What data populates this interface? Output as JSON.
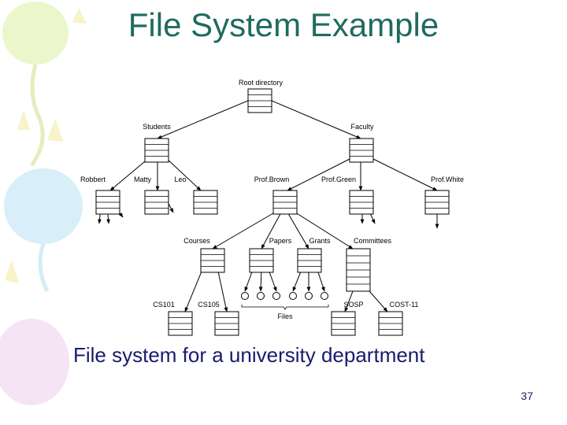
{
  "slide": {
    "title": "File System Example",
    "caption": "File system for a university department",
    "page_number": "37"
  },
  "diagram": {
    "labels": {
      "root": "Root directory",
      "students": "Students",
      "faculty": "Faculty",
      "robbert": "Robbert",
      "matty": "Matty",
      "leo": "Leo",
      "prof_brown": "Prof.Brown",
      "prof_green": "Prof.Green",
      "prof_white": "Prof.White",
      "courses": "Courses",
      "papers": "Papers",
      "grants": "Grants",
      "committees": "Committees",
      "cs101": "CS101",
      "cs105": "CS105",
      "sosp": "SOSP",
      "cost11": "COST-11",
      "files": "Files"
    }
  },
  "colors": {
    "title": "#1f6b60",
    "caption": "#1a1a6e"
  }
}
